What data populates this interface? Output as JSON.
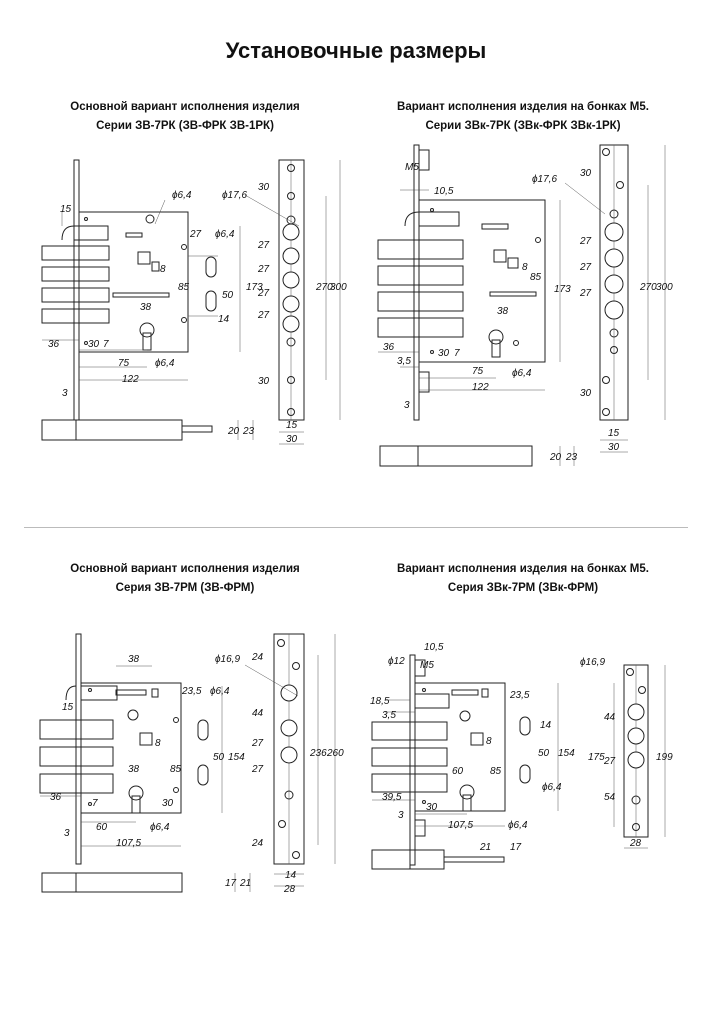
{
  "page": {
    "title": "Установочные размеры"
  },
  "panels": [
    {
      "heading_line1": "Основной вариант исполнения изделия",
      "heading_line2": "Серии ЗВ-7РК (ЗВ-ФРК ЗВ-1РК)",
      "labels": {
        "l_15": "15",
        "l_d64_top": "ϕ6,4",
        "l_d176": "ϕ17,6",
        "l_27a": "27",
        "l_d64b": "ϕ6,4",
        "l_8": "8",
        "l_85": "85",
        "l_50": "50",
        "l_173": "173",
        "l_38": "38",
        "l_14": "14",
        "l_36": "36",
        "l_30": "30",
        "l_7": "7",
        "l_75": "75",
        "l_d64c": "ϕ6,4",
        "l_122": "122",
        "l_3": "3",
        "s_30a": "30",
        "s_27a": "27",
        "s_27b": "27",
        "s_27c": "27",
        "s_27d": "27",
        "s_30b": "30",
        "s_270": "270",
        "s_300": "300",
        "s_15": "15",
        "s_30c": "30",
        "b_20": "20",
        "b_23": "23"
      }
    },
    {
      "heading_line1": "Вариант исполнения изделия на бонках М5.",
      "heading_line2": "Серии ЗВк-7РК (ЗВк-ФРК ЗВк-1РК)",
      "labels": {
        "l_m5": "М5",
        "l_105": "10,5",
        "l_d176": "ϕ17,6",
        "l_8": "8",
        "l_173": "173",
        "l_85": "85",
        "l_38": "38",
        "l_36": "36",
        "l_35": "3,5",
        "l_30": "30",
        "l_7": "7",
        "l_75": "75",
        "l_d64": "ϕ6,4",
        "l_122": "122",
        "l_3": "3",
        "s_30a": "30",
        "s_27a": "27",
        "s_27b": "27",
        "s_27c": "27",
        "s_30b": "30",
        "s_270": "270",
        "s_300": "300",
        "s_15": "15",
        "s_30c": "30",
        "b_20": "20",
        "b_23": "23"
      }
    },
    {
      "heading_line1": "Основной вариант исполнения изделия",
      "heading_line2": "Серия ЗВ-7РМ (ЗВ-ФРМ)",
      "labels": {
        "l_38a": "38",
        "l_d169": "ϕ16,9",
        "l_235": "23,5",
        "l_d64a": "ϕ6,4",
        "l_15": "15",
        "l_8": "8",
        "l_50": "50",
        "l_154": "154",
        "l_38b": "38",
        "l_85": "85",
        "l_36": "36",
        "l_7": "7",
        "l_30": "30",
        "l_3": "3",
        "l_60": "60",
        "l_d64b": "ϕ6,4",
        "l_1075": "107,5",
        "s_24a": "24",
        "s_44": "44",
        "s_27a": "27",
        "s_27b": "27",
        "s_24b": "24",
        "s_236": "236",
        "s_260": "260",
        "s_14": "14",
        "s_28": "28",
        "b_17": "17",
        "b_21": "21"
      }
    },
    {
      "heading_line1": "Вариант исполнения изделия на бонках М5.",
      "heading_line2": "Серия ЗВк-7РМ (ЗВк-ФРМ)",
      "labels": {
        "l_105": "10,5",
        "l_d12": "ϕ12",
        "l_m5": "М5",
        "l_185": "18,5",
        "l_235": "23,5",
        "l_35": "3,5",
        "l_14": "14",
        "l_8": "8",
        "l_50": "50",
        "l_154": "154",
        "l_60": "60",
        "l_85": "85",
        "l_d64a": "ϕ6,4",
        "l_395": "39,5",
        "l_30": "30",
        "l_3": "3",
        "l_1075": "107,5",
        "l_d64b": "ϕ6,4",
        "s_d169": "ϕ16,9",
        "s_44": "44",
        "s_27": "27",
        "s_54": "54",
        "s_175": "175",
        "s_199": "199",
        "s_28": "28",
        "b_21": "21",
        "b_17": "17"
      }
    }
  ]
}
